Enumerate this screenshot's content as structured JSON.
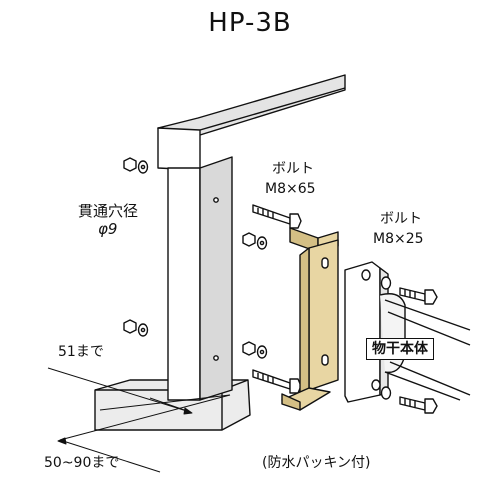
{
  "title": "HP-3B",
  "labels": {
    "through_hole": "貫通穴径",
    "hole_diameter": "φ9",
    "bolt_left_name": "ボルト",
    "bolt_left_size": "M8×65",
    "bolt_right_name": "ボルト",
    "bolt_right_size": "M8×25",
    "drying_unit": "物干本体",
    "dim_51": "51まで",
    "dim_50_90": "50~90まで",
    "waterproof": "(防水パッキン付)"
  },
  "colors": {
    "wood_top": "#e4e4e4",
    "wood_front": "#ffffff",
    "wood_side": "#d9d9d9",
    "bracket": "#e8d6a3",
    "bracket_dark": "#d4bf85",
    "line": "#111111"
  }
}
